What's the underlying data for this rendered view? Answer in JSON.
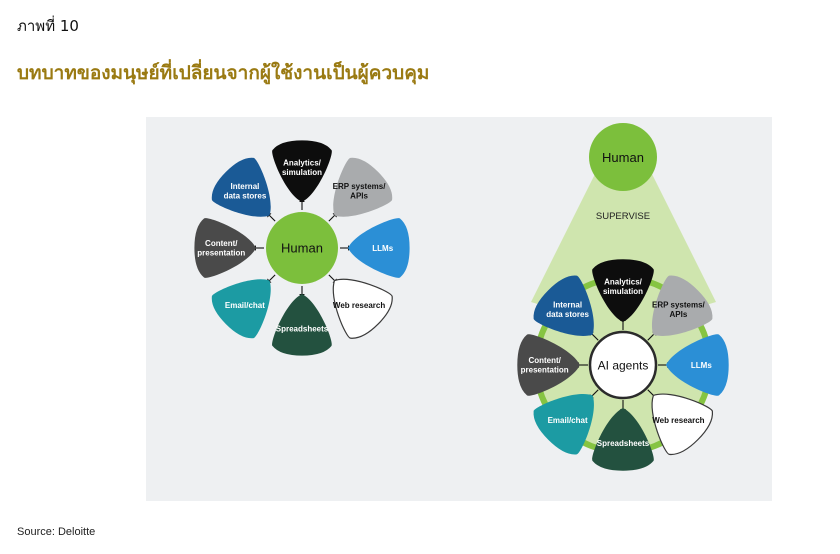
{
  "figure": {
    "label": "ภาพที่ 10",
    "title": "บทบาทของมนุษย์ที่เปลี่ยนจากผู้ใช้งานเป็นผู้ควบคุม",
    "source": "Source: Deloitte"
  },
  "left_diagram": {
    "center": "Human",
    "petals": [
      {
        "lines": [
          "Analytics/",
          "simulation"
        ],
        "color": "#0d0d0d",
        "text_color": "#ffffff"
      },
      {
        "lines": [
          "ERP systems/",
          "APIs"
        ],
        "color": "#a9abad",
        "text_color": "#111111"
      },
      {
        "lines": [
          "LLMs"
        ],
        "color": "#2b8fd6",
        "text_color": "#ffffff"
      },
      {
        "lines": [
          "Web research"
        ],
        "color": "#ffffff",
        "text_color": "#111111"
      },
      {
        "lines": [
          "Spreadsheets"
        ],
        "color": "#23513f",
        "text_color": "#ffffff"
      },
      {
        "lines": [
          "Email/chat"
        ],
        "color": "#1c9ba3",
        "text_color": "#ffffff"
      },
      {
        "lines": [
          "Content/",
          "presentation"
        ],
        "color": "#4a4a4a",
        "text_color": "#ffffff"
      },
      {
        "lines": [
          "Internal",
          "data stores"
        ],
        "color": "#1a5a96",
        "text_color": "#ffffff"
      }
    ]
  },
  "right_diagram": {
    "top_node": "Human",
    "supervise_label": "SUPERVISE",
    "center": "AI agents",
    "petals": [
      {
        "lines": [
          "Analytics/",
          "simulation"
        ],
        "color": "#0d0d0d",
        "text_color": "#ffffff"
      },
      {
        "lines": [
          "ERP systems/",
          "APIs"
        ],
        "color": "#a9abad",
        "text_color": "#111111"
      },
      {
        "lines": [
          "LLMs"
        ],
        "color": "#2b8fd6",
        "text_color": "#ffffff"
      },
      {
        "lines": [
          "Web research"
        ],
        "color": "#ffffff",
        "text_color": "#111111"
      },
      {
        "lines": [
          "Spreadsheets"
        ],
        "color": "#23513f",
        "text_color": "#ffffff"
      },
      {
        "lines": [
          "Email/chat"
        ],
        "color": "#1c9ba3",
        "text_color": "#ffffff"
      },
      {
        "lines": [
          "Content/",
          "presentation"
        ],
        "color": "#4a4a4a",
        "text_color": "#ffffff"
      },
      {
        "lines": [
          "Internal",
          "data stores"
        ],
        "color": "#1a5a96",
        "text_color": "#ffffff"
      }
    ]
  },
  "colors": {
    "human_green": "#7cbf3c",
    "ring_green": "#86c442",
    "supervise_fill": "#cfe5ae",
    "title_gold": "#9a7a12"
  }
}
